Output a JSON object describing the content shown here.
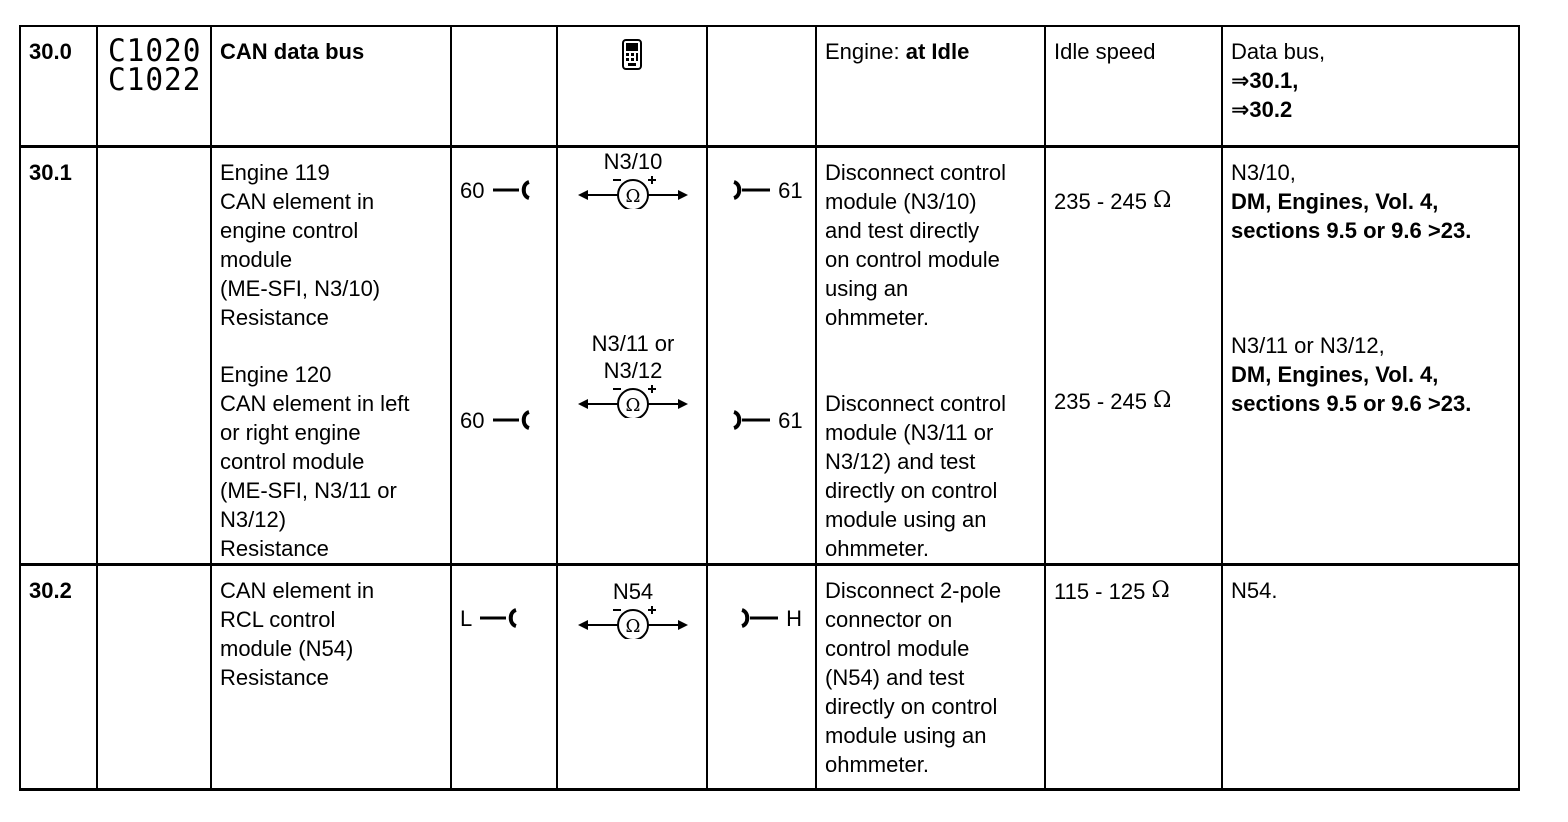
{
  "rows": [
    {
      "step": "30.0",
      "codes": [
        "C1020",
        "C1022"
      ],
      "title": "CAN data bus",
      "condition_plain": "Engine: ",
      "condition_bold": "at Idle",
      "requirement": "Idle speed",
      "notes_line1": "Data bus,",
      "notes_line2": "⇒30.1,",
      "notes_line3": "⇒30.2",
      "icon": "handheld-tester-icon"
    },
    {
      "step": "30.1",
      "blocks": [
        {
          "description": [
            "Engine 119",
            "CAN element in",
            "engine control",
            "module",
            "(ME-SFI, N3/10)",
            "Resistance"
          ],
          "pin_left": "60",
          "meter_label": [
            "N3/10"
          ],
          "pin_right": "61",
          "condition": [
            "Disconnect control",
            "module (N3/10)",
            "and test directly",
            "on control module",
            "using an",
            "ohmmeter."
          ],
          "value": "235 - 245",
          "unit": "Ω",
          "notes_plain": "N3/10,",
          "notes_bold": [
            "DM, Engines, Vol. 4,",
            "sections 9.5 or 9.6 >23."
          ]
        },
        {
          "description": [
            "Engine 120",
            "CAN element in left",
            "or right engine",
            "control module",
            "(ME-SFI, N3/11 or",
            "N3/12)",
            "Resistance"
          ],
          "pin_left": "60",
          "meter_label": [
            "N3/11 or",
            "N3/12"
          ],
          "pin_right": "61",
          "condition": [
            "Disconnect control",
            "module (N3/11 or",
            "N3/12) and test",
            "directly on control",
            "module using an",
            "ohmmeter."
          ],
          "value": "235 - 245",
          "unit": "Ω",
          "notes_plain": "N3/11 or N3/12,",
          "notes_bold": [
            "DM, Engines, Vol. 4,",
            "sections 9.5 or 9.6 >23."
          ]
        }
      ]
    },
    {
      "step": "30.2",
      "description": [
        "CAN element in",
        "RCL control",
        "module (N54)",
        "Resistance"
      ],
      "pin_left": "L",
      "meter_label": [
        "N54"
      ],
      "pin_right": "H",
      "condition": [
        "Disconnect 2-pole",
        "connector on",
        "control module",
        "(N54) and test",
        "directly on control",
        "module using an",
        "ohmmeter."
      ],
      "value": "115 - 125",
      "unit": "Ω",
      "notes": "N54."
    }
  ],
  "symbols": {
    "meter": "ohmmeter-icon",
    "left_connector": "connector-socket-icon",
    "right_connector": "connector-plug-icon"
  }
}
